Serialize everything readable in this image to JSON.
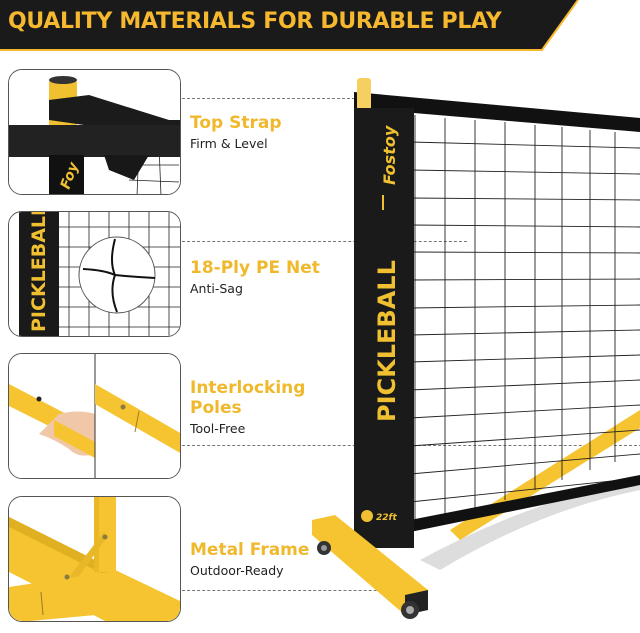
{
  "banner": {
    "title": "QUALITY MATERIALS FOR DURABLE PLAY",
    "bg_color": "#1a1a1a",
    "accent_color": "#f5b82e"
  },
  "features": [
    {
      "title": "Top Strap",
      "subtitle": "Firm & Level",
      "image": "strap-closeup"
    },
    {
      "title": "18-Ply PE Net",
      "subtitle": "Anti-Sag",
      "image": "net-closeup"
    },
    {
      "title_line1": "Interlocking",
      "title_line2": "Poles",
      "subtitle": "Tool-Free",
      "image": "poles-closeup"
    },
    {
      "title": "Metal Frame",
      "subtitle": "Outdoor-Ready",
      "image": "frame-closeup"
    }
  ],
  "product": {
    "brand": "Fostoy",
    "side_label": "PICKLEBALL",
    "size_label": "22ft",
    "frame_color": "#f5c430",
    "net_color": "#111111"
  }
}
